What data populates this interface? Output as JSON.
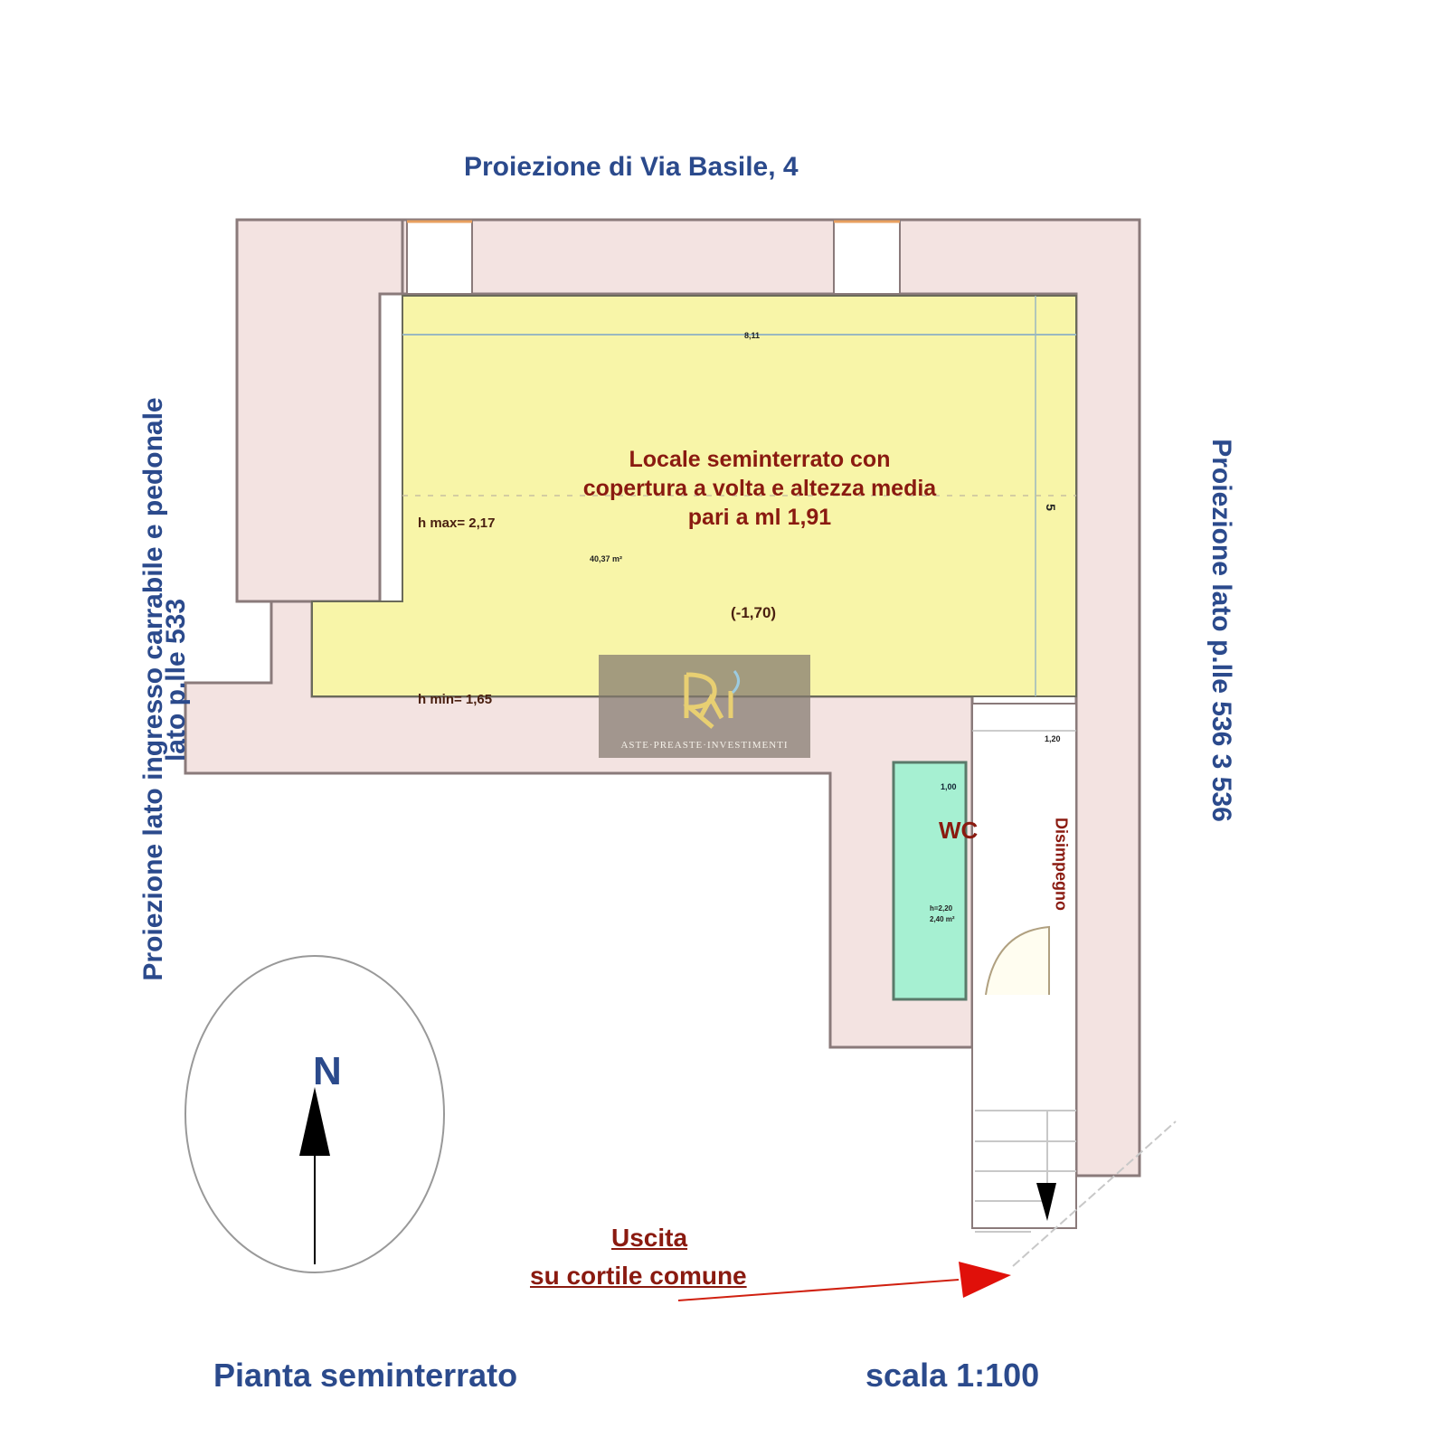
{
  "titles": {
    "top": "Proiezione di Via Basile, 4",
    "left_line1": "Proiezione lato ingresso carrabile e pedonale",
    "left_line2": "lato p.lle 533",
    "right": "Proiezione lato p.lle 536 3 536",
    "plan_name": "Pianta seminterrato",
    "scale": "scala 1:100"
  },
  "main_room": {
    "description_line1": "Locale seminterrato con",
    "description_line2": "copertura a volta e altezza media",
    "description_line3": "pari a ml 1,91",
    "h_max": "h max= 2,17",
    "h_min": "h min= 1,65",
    "area": "40,37 m²",
    "level": "(-1,70)",
    "dim_top": "8,11",
    "dim_side": "5"
  },
  "wc": {
    "label": "WC",
    "dim": "1,00",
    "height": "h=2,20",
    "area": "2,40 m²"
  },
  "corridor": {
    "label": "Disimpegno",
    "dim": "1,20"
  },
  "exit": {
    "line1": "Uscita",
    "line2": "su cortile comune"
  },
  "compass": {
    "label": "N"
  },
  "watermark": {
    "text": "Aste·Preaste·Investimenti"
  },
  "colors": {
    "wall": "#f3e3e1",
    "room": "#f8f5a8",
    "wc": "#a6f0d2",
    "text_blue": "#2b4a8c",
    "text_red": "#8a1a10",
    "arrow": "#e0100a"
  }
}
